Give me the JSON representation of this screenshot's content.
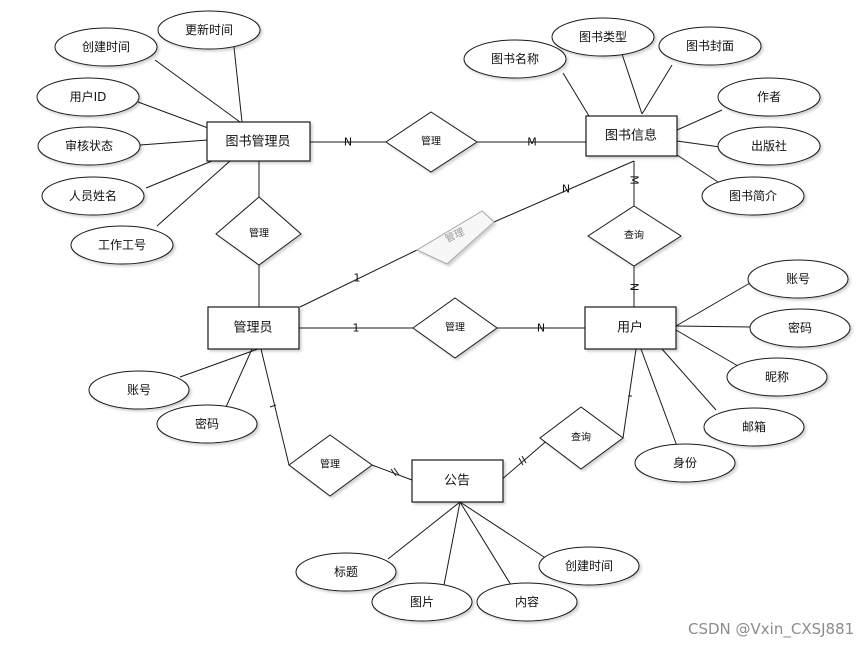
{
  "entities": {
    "book_admin": "图书管理员",
    "book_info": "图书信息",
    "administrator": "管理员",
    "user": "用户",
    "notice": "公告"
  },
  "relationships": {
    "manage_book": "管理",
    "manage_staff": "管理",
    "manage_book_info": "管理",
    "manage_user": "管理",
    "query_book": "查询",
    "manage_notice": "管理",
    "query_notice": "查询"
  },
  "attributes": {
    "book_admin": [
      "更新时间",
      "创建时间",
      "用户ID",
      "审核状态",
      "人员姓名",
      "工作工号"
    ],
    "book_info": [
      "图书名称",
      "图书类型",
      "图书封面",
      "作者",
      "出版社",
      "图书简介"
    ],
    "user": [
      "账号",
      "密码",
      "昵称",
      "邮箱",
      "身份"
    ],
    "administrator": [
      "账号",
      "密码"
    ],
    "notice": [
      "标题",
      "图片",
      "内容",
      "创建时间"
    ]
  },
  "cardinalities": {
    "book_admin_manage": "N",
    "book_info_manage": "M",
    "book_info_from_admin": "N",
    "book_info_query": "M",
    "admin_to_book_info": "1",
    "user_query": "N",
    "admin_to_user": "1",
    "user_from_admin": "N"
  },
  "watermark": "CSDN @Vxin_CXSJ881"
}
